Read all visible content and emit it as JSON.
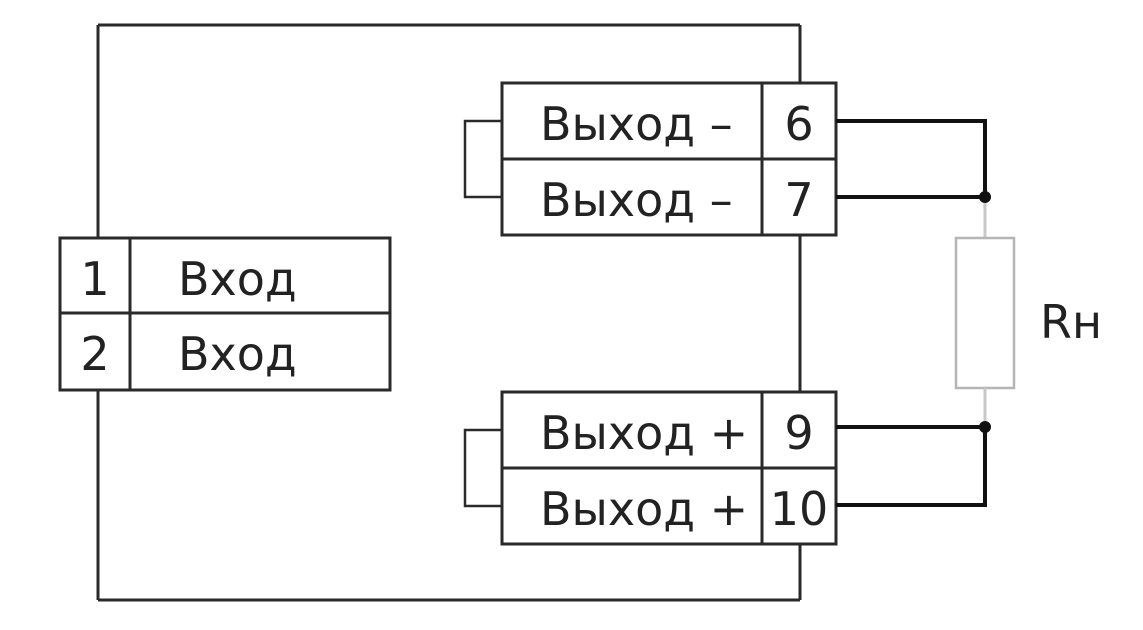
{
  "inputs": [
    {
      "pin": "1",
      "label": "Вход"
    },
    {
      "pin": "2",
      "label": "Вход"
    }
  ],
  "outputs_top": [
    {
      "pin": "6",
      "label": "Выход –"
    },
    {
      "pin": "7",
      "label": "Выход –"
    }
  ],
  "outputs_bottom": [
    {
      "pin": "9",
      "label": "Выход +"
    },
    {
      "pin": "10",
      "label": "Выход +"
    }
  ],
  "load": {
    "label": "Rн"
  },
  "colors": {
    "line": "#2a2a2a",
    "wire": "#111111",
    "resistor": "#b5b5b5"
  }
}
